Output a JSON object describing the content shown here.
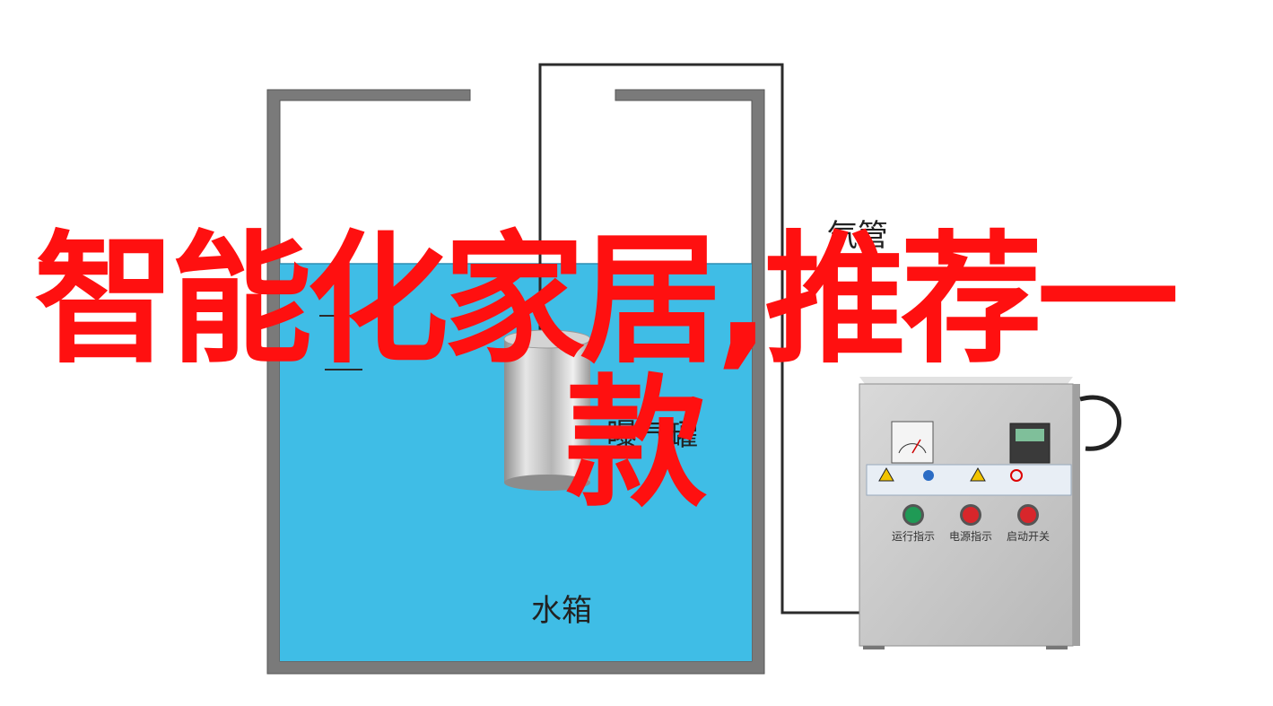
{
  "diagram": {
    "labels": {
      "air_pipe": "气管",
      "pressure_tank": "曝气罐",
      "water_tank": "水箱"
    },
    "control_box": {
      "buttons": [
        {
          "label": "运行指示",
          "color": "#1f9a55"
        },
        {
          "label": "电源指示",
          "color": "#d8262b"
        },
        {
          "label": "启动开关",
          "color": "#d8262b"
        }
      ]
    }
  },
  "headline": {
    "line1": "智能化家居,推荐一",
    "line2": "款",
    "color": "#ff1010"
  },
  "colors": {
    "water": "#3fbde6",
    "tank_wall": "#6d6d6d",
    "pipe": "#2b2b2b",
    "box": "#c9c9c9"
  }
}
